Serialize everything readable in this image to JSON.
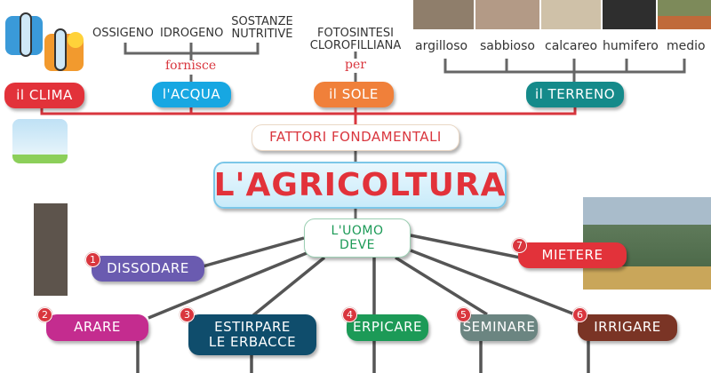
{
  "title": "L'AGRICOLTURA",
  "subtitle": "FATTORI FONDAMENTALI",
  "factors": {
    "clima": "il CLIMA",
    "acqua": "l'ACQUA",
    "sole": "il SOLE",
    "terreno": "il TERRENO"
  },
  "acqua": {
    "connector": "fornisce",
    "items": [
      "OSSIGENO",
      "IDROGENO",
      "SOSTANZE NUTRITIVE"
    ]
  },
  "sole": {
    "connector": "per",
    "item": "FOTOSINTESI CLOROFILLIANA"
  },
  "terreno": {
    "types": [
      "argilloso",
      "sabbioso",
      "calcareo",
      "humifero",
      "medio"
    ]
  },
  "center": "L'UOMO DEVE",
  "actions": [
    {
      "n": "1",
      "label": "DISSODARE",
      "color": "#6a5bb0"
    },
    {
      "n": "2",
      "label": "ARARE",
      "color": "#c42c8f"
    },
    {
      "n": "3",
      "label": "ESTIRPARE LE ERBACCE",
      "color": "#0f4d6c"
    },
    {
      "n": "4",
      "label": "ERPICARE",
      "color": "#1c9a57"
    },
    {
      "n": "5",
      "label": "SEMINARE",
      "color": "#6b8581"
    },
    {
      "n": "6",
      "label": "IRRIGARE",
      "color": "#7a3425"
    },
    {
      "n": "7",
      "label": "MIETERE",
      "color": "#e2323a"
    }
  ]
}
